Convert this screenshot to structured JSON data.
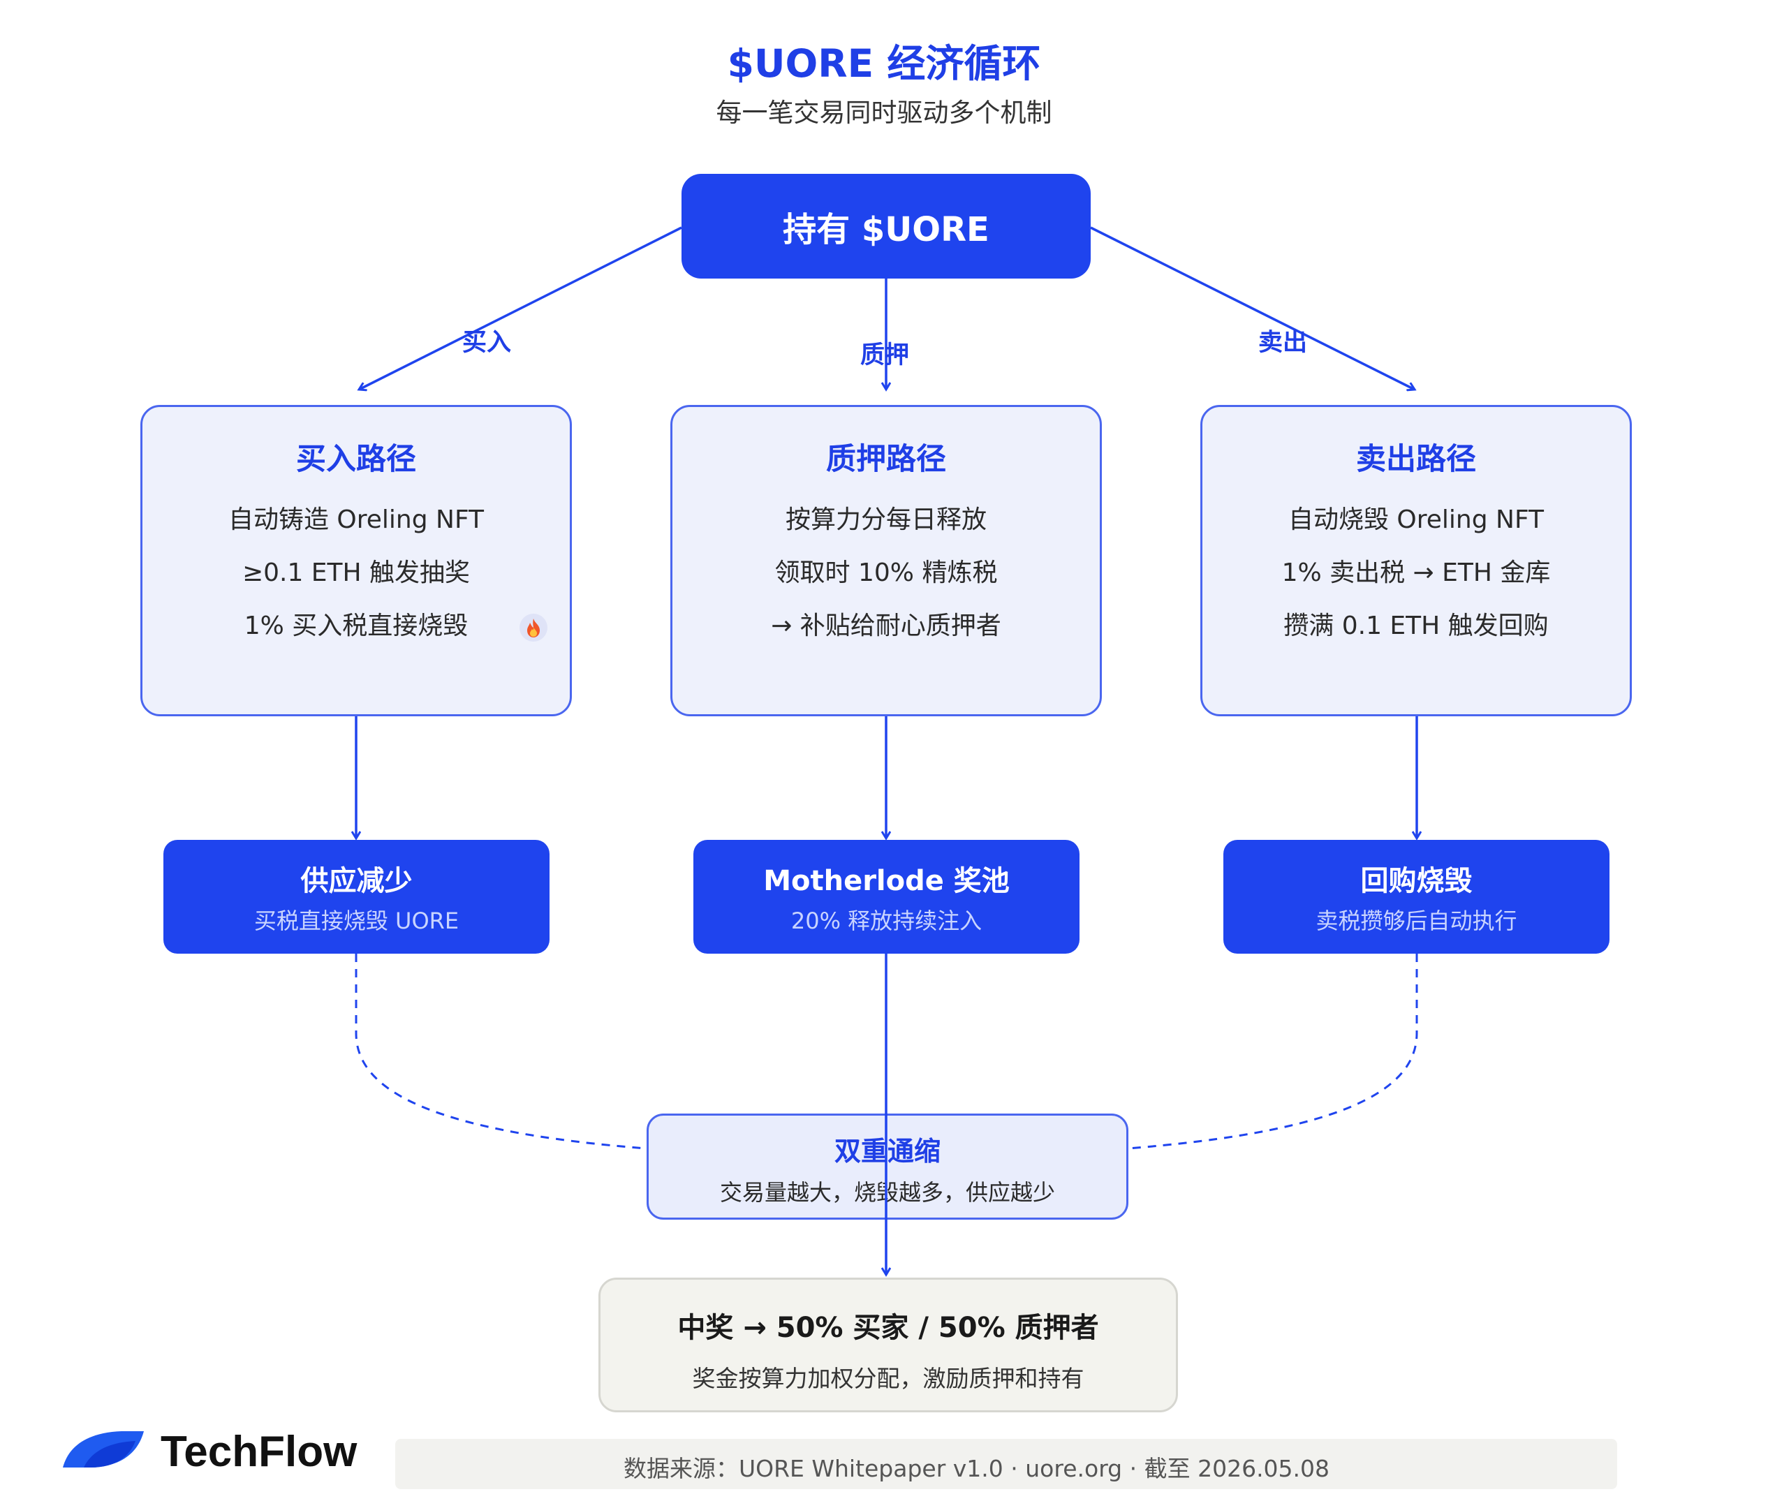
{
  "header": {
    "title": "$UORE 经济循环",
    "subtitle": "每一笔交易同时驱动多个机制"
  },
  "root": {
    "label": "持有 $UORE"
  },
  "edges": {
    "buy": "买入",
    "stake": "质押",
    "sell": "卖出"
  },
  "paths": [
    {
      "title": "买入路径",
      "lines": [
        "自动铸造 Oreling NFT",
        "≥0.1 ETH 触发抽奖",
        "1% 买入税直接烧毁"
      ]
    },
    {
      "title": "质押路径",
      "lines": [
        "按算力分每日释放",
        "领取时 10% 精炼税",
        "→ 补贴给耐心质押者"
      ]
    },
    {
      "title": "卖出路径",
      "lines": [
        "自动烧毁 Oreling NFT",
        "1% 卖出税 → ETH 金库",
        "攒满 0.1 ETH 触发回购"
      ]
    }
  ],
  "results": [
    {
      "title": "供应减少",
      "sub": "买税直接烧毁 UORE"
    },
    {
      "title": "Motherlode 奖池",
      "sub": "20% 释放持续注入"
    },
    {
      "title": "回购烧毁",
      "sub": "卖税攒够后自动执行"
    }
  ],
  "deflation": {
    "title": "双重通缩",
    "sub": "交易量越大，烧毁越多，供应越少"
  },
  "prize": {
    "title": "中奖 → 50% 买家 / 50% 质押者",
    "sub": "奖金按算力加权分配，激励质押和持有"
  },
  "footer": {
    "brand": "TechFlow",
    "source": "数据来源：UORE Whitepaper v1.0 · uore.org · 截至 2026.05.08"
  },
  "icons": {
    "burn": "fire-icon",
    "logo": "techflow-logo-icon"
  },
  "colors": {
    "accent": "#1f44ee",
    "title": "#1f3fe6",
    "panel_bg": "#eef1fc",
    "prize_bg": "#f3f3ee"
  }
}
